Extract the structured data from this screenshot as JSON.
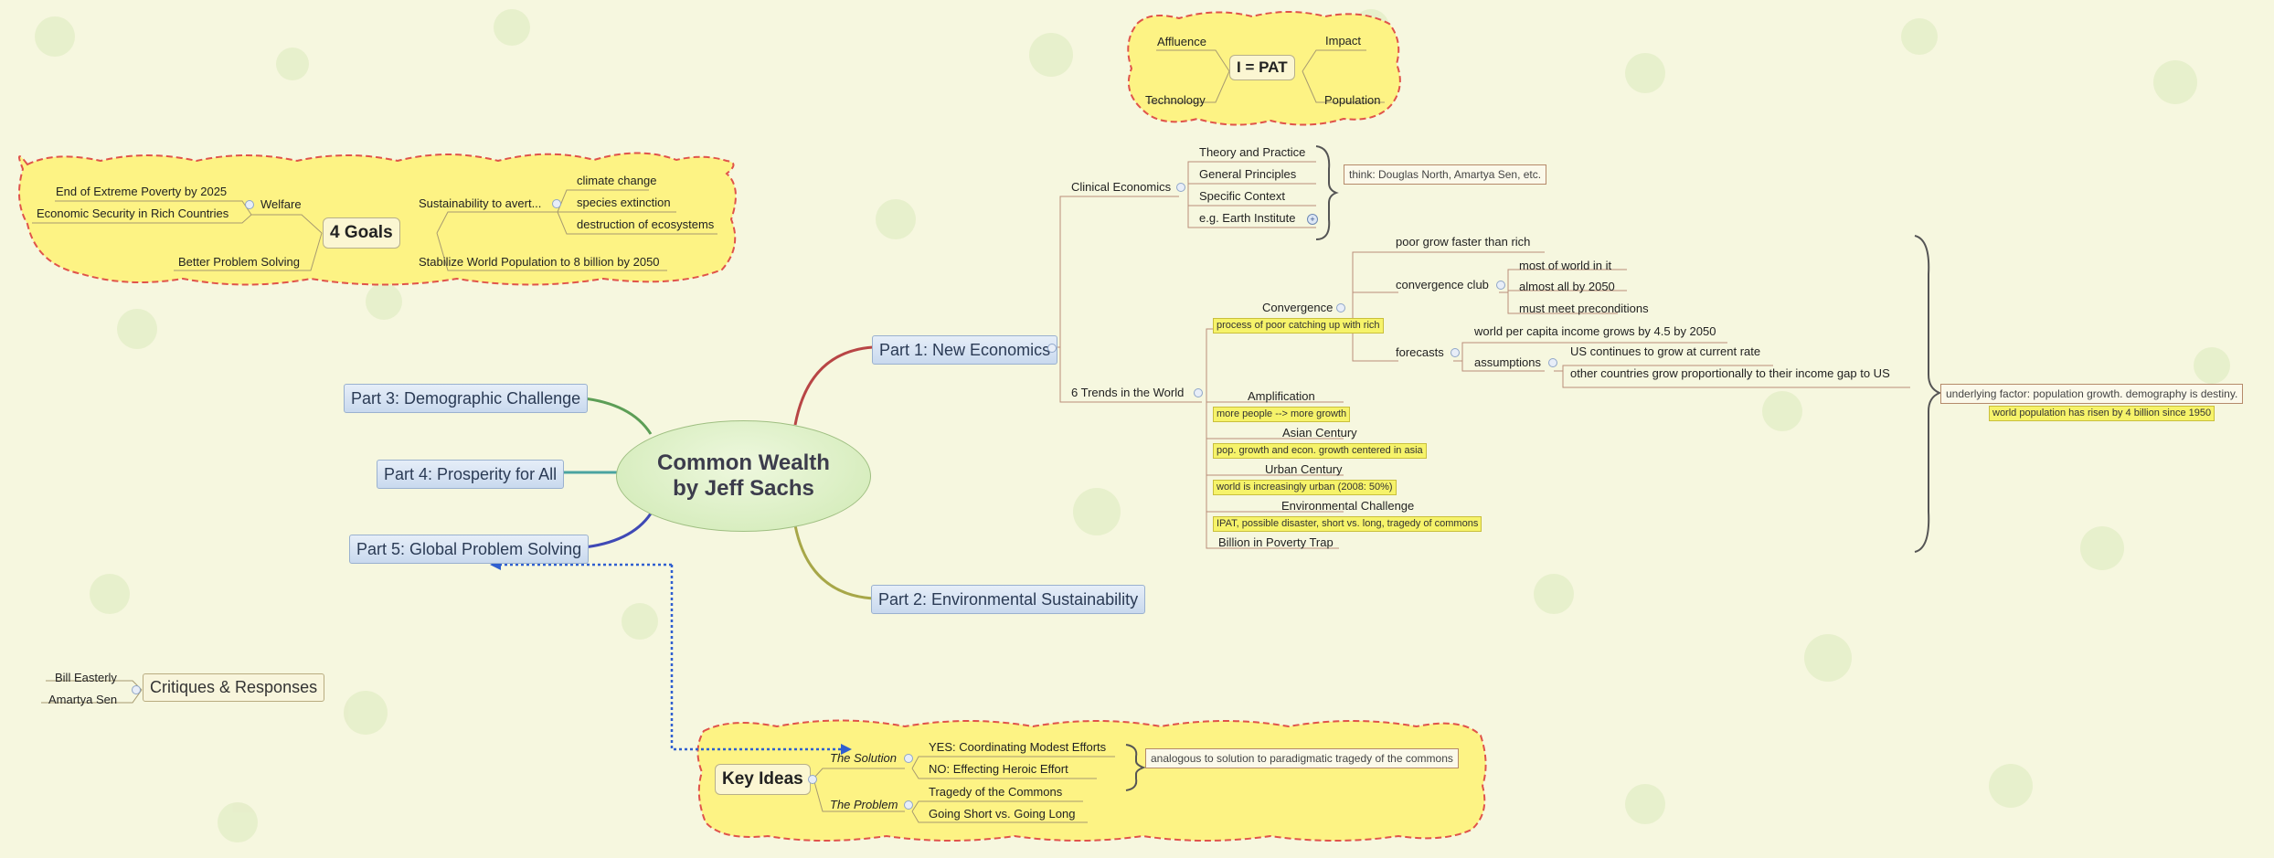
{
  "central": {
    "line1": "Common Wealth",
    "line2": "by Jeff Sachs"
  },
  "branches": {
    "part1": "Part 1: New Economics",
    "part2": "Part 2: Environmental Sustainability",
    "part3": "Part 3: Demographic Challenge",
    "part4": "Part 4: Prosperity for All",
    "part5": "Part 5: Global Problem Solving"
  },
  "ipat": {
    "center": "I = PAT",
    "affluence": "Affluence",
    "impact": "Impact",
    "technology": "Technology",
    "population": "Population"
  },
  "goals": {
    "center": "4 Goals",
    "welfare": "Welfare",
    "end_poverty": "End of Extreme Poverty by 2025",
    "econ_security": "Economic Security in Rich Countries",
    "better_solving": "Better Problem Solving",
    "sustainability": "Sustainability to avert...",
    "climate": "climate change",
    "species": "species extinction",
    "ecosystems": "destruction of ecosystems",
    "stabilize": "Stabilize World Population to 8 billion by 2050"
  },
  "part1": {
    "clinical": "Clinical Economics",
    "theory": "Theory and Practice",
    "principles": "General Principles",
    "context": "Specific Context",
    "earth_inst": "e.g. Earth Institute",
    "think_note": "think: Douglas North, Amartya Sen, etc.",
    "trends": "6 Trends in the World",
    "convergence": "Convergence",
    "conv_note": "process of poor catching up with rich",
    "poor_faster": "poor grow faster than rich",
    "conv_club": "convergence club",
    "most_world": "most of world in it",
    "almost_all": "almost all by 2050",
    "preconditions": "must meet preconditions",
    "forecasts": "forecasts",
    "per_capita": "world per capita income grows by 4.5 by 2050",
    "assumptions": "assumptions",
    "us_grow": "US continues to grow at current rate",
    "others_grow": "other countries grow proportionally to their income gap to US",
    "amplification": "Amplification",
    "amp_note": "more people --> more growth",
    "asian": "Asian Century",
    "asian_note": "pop. growth and econ. growth centered in asia",
    "urban": "Urban Century",
    "urban_note": "world is increasingly urban (2008: 50%)",
    "env_challenge": "Environmental Challenge",
    "env_note": "IPAT, possible disaster, short vs. long, tragedy of commons",
    "poverty_trap": "Billion in Poverty Trap",
    "underlying": "underlying factor: population growth.  demography is destiny.",
    "pop_risen": "world population has risen by 4 billion since 1950"
  },
  "critiques": {
    "center": "Critiques & Responses",
    "easterly": "Bill Easterly",
    "sen": "Amartya Sen"
  },
  "key_ideas": {
    "center": "Key Ideas",
    "solution": "The Solution",
    "yes": "YES: Coordinating Modest Efforts",
    "no": "NO: Effecting Heroic Effort",
    "analogous": "analogous to solution to paradigmatic tragedy of the commons",
    "problem": "The Problem",
    "tragedy": "Tragedy of the Commons",
    "short_long": "Going Short vs. Going Long"
  }
}
